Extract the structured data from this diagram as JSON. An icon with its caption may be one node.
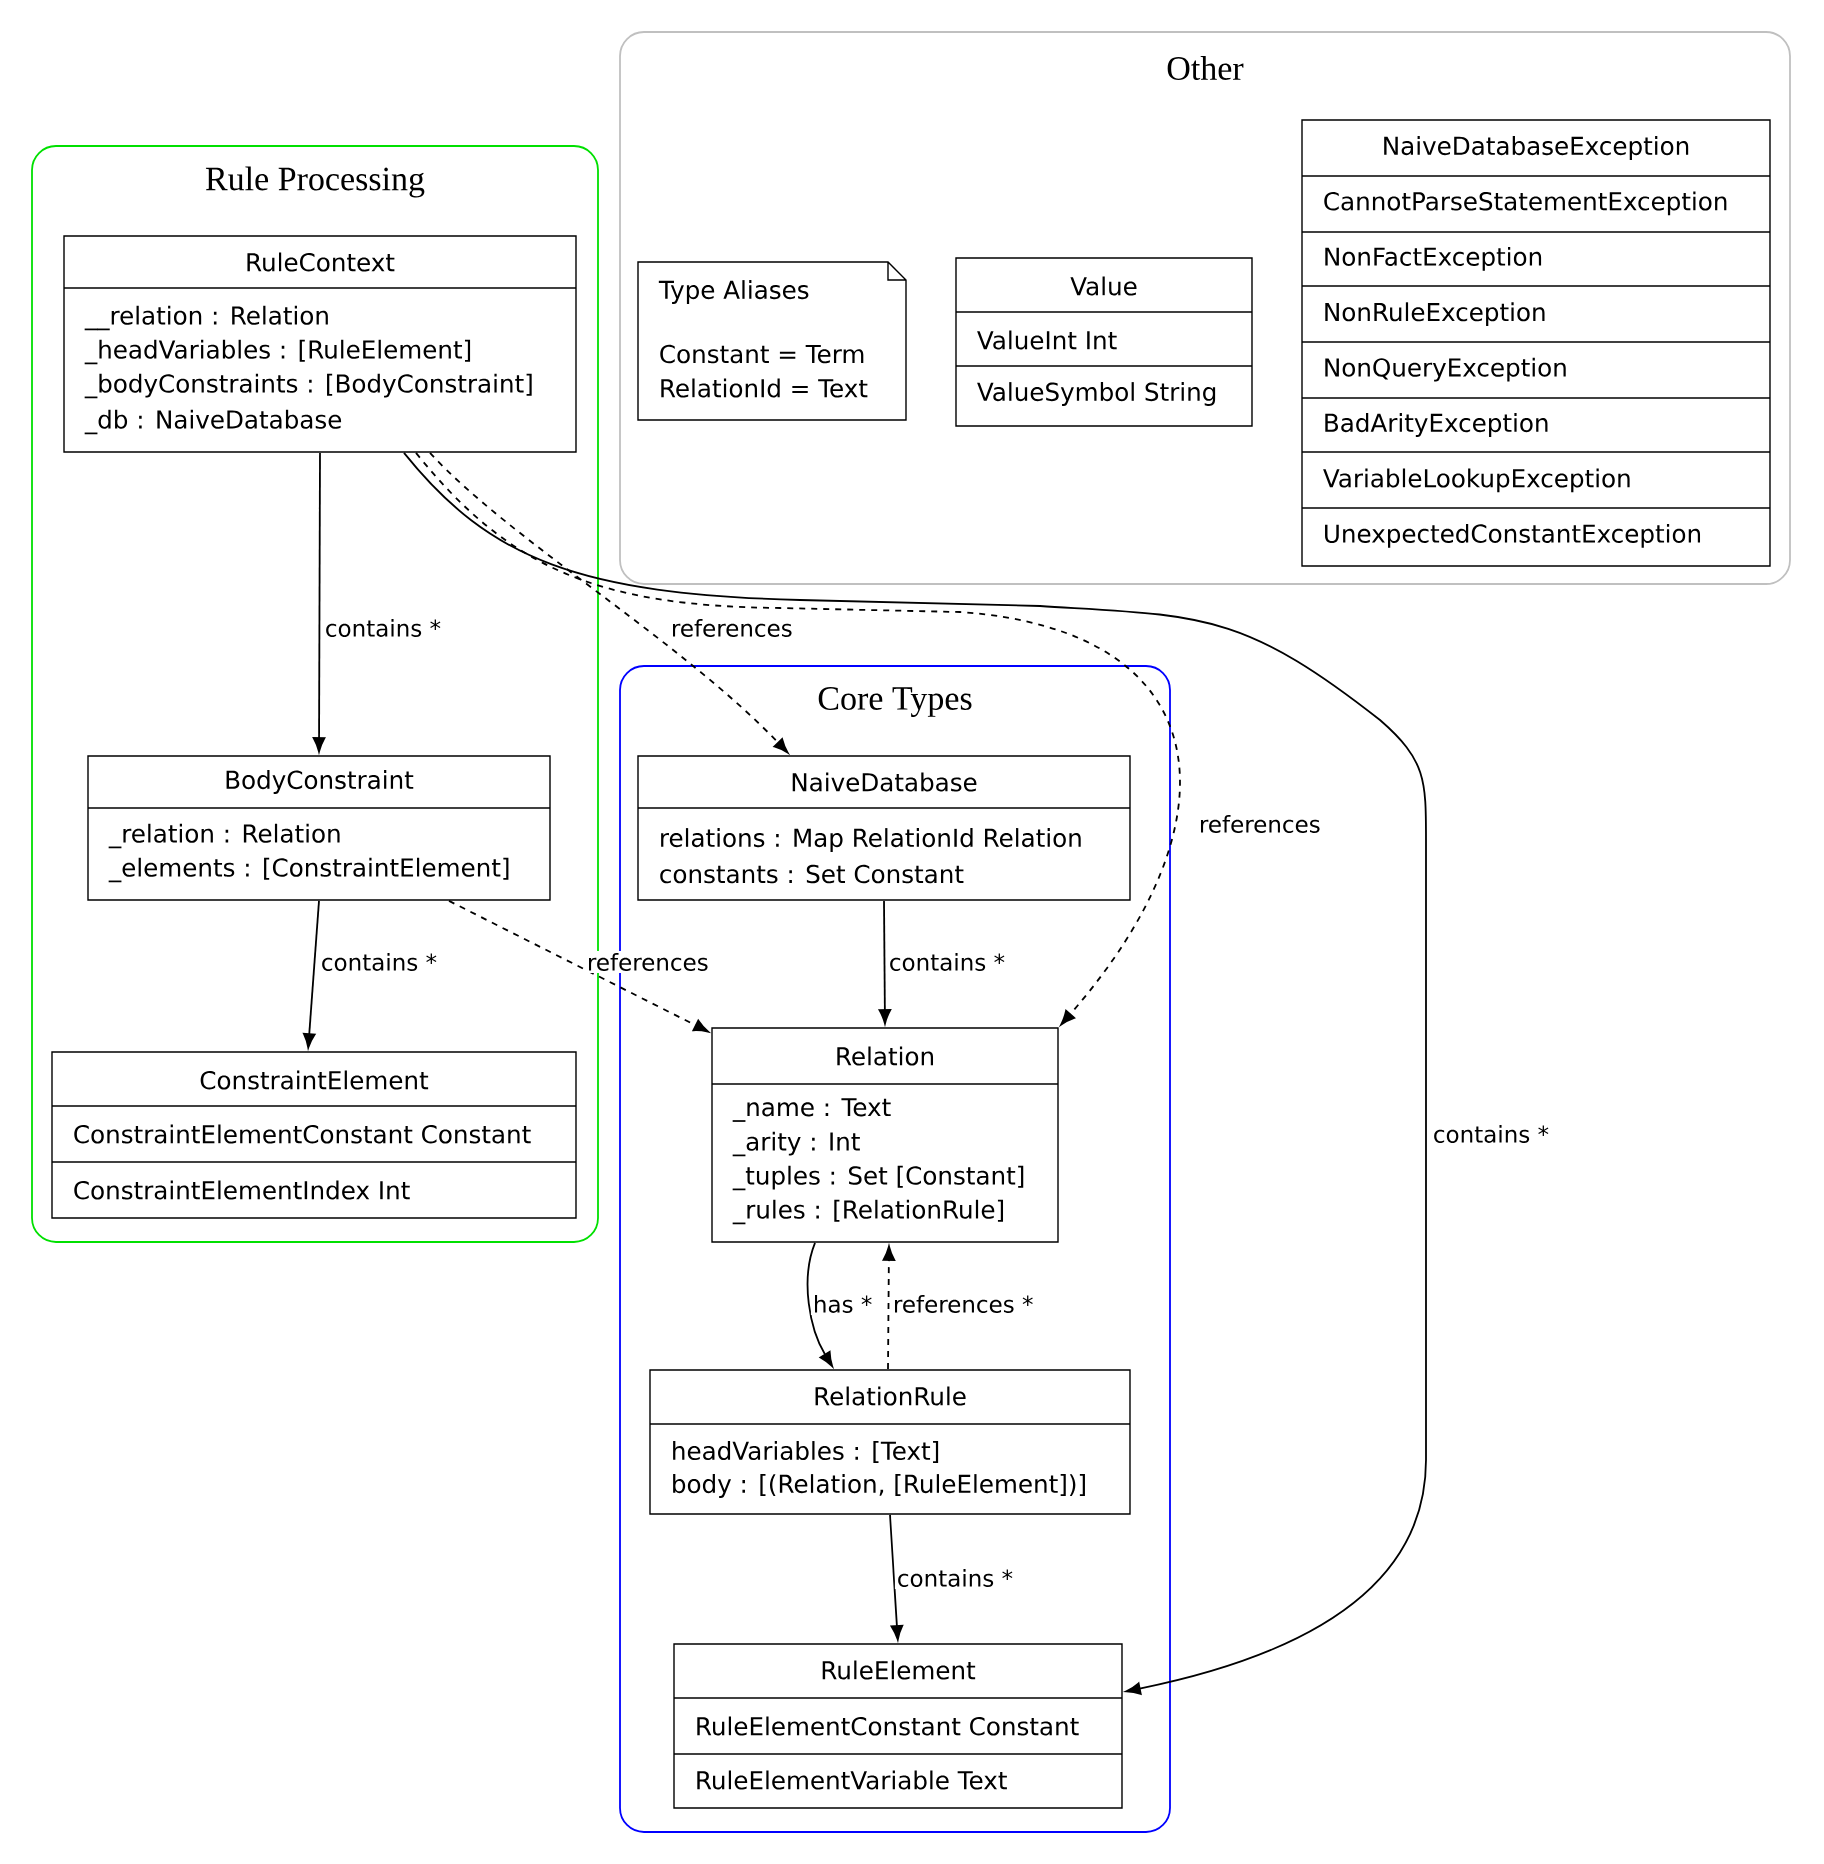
{
  "diagram": {
    "nodes": [
      {
        "text": [
          "Rule Processing"
        ]
      },
      {
        "text": [
          "RuleContext",
          "__relation : Relation",
          "_headVariables : [RuleElement]",
          "_bodyConstraints : [BodyConstraint]",
          "_db : NaiveDatabase"
        ],
        "in": 0
      },
      {
        "text": [
          "BodyConstraint",
          "_relation : Relation",
          "_elements : [ConstraintElement]"
        ],
        "in": 0
      },
      {
        "text": [
          "ConstraintElement",
          "ConstraintElementConstant Constant",
          "ConstraintElementIndex Int"
        ],
        "in": 0
      },
      {
        "text": [
          "Other"
        ]
      },
      {
        "text": [
          "Type Aliases",
          "Constant = Term",
          "RelationId = Text"
        ],
        "in": 4
      },
      {
        "text": [
          "Value",
          "ValueInt Int",
          "ValueSymbol String"
        ],
        "in": 4
      },
      {
        "text": [
          "NaiveDatabaseException",
          "CannotParseStatementException",
          "NonFactException",
          "NonRuleException",
          "NonQueryException",
          "BadArityException",
          "VariableLookupException",
          "UnexpectedConstantException"
        ],
        "in": 4
      },
      {
        "text": [
          "Core Types"
        ]
      },
      {
        "text": [
          "NaiveDatabase",
          "relations : Map RelationId Relation",
          "constants : Set Constant"
        ],
        "in": 8
      },
      {
        "text": [
          "Relation",
          "_name : Text",
          "_arity : Int",
          "_tuples : Set [Constant]",
          "_rules : [RelationRule]"
        ],
        "in": 8
      },
      {
        "text": [
          "RelationRule",
          "headVariables : [Text]",
          "body : [(Relation, [RuleElement])]"
        ],
        "in": 8
      },
      {
        "text": [
          "RuleElement",
          "RuleElementConstant Constant",
          "RuleElementVariable Text"
        ],
        "in": 8
      }
    ],
    "edges": [
      {
        "from": 1,
        "to": 2,
        "arrow": "to",
        "label": "contains *"
      },
      {
        "from": 2,
        "to": 3,
        "arrow": "to",
        "label": "contains *"
      },
      {
        "from": 1,
        "to": 9,
        "arrow": "to",
        "label": "references",
        "style": "dashed"
      },
      {
        "from": 1,
        "to": 10,
        "arrow": "to",
        "label": "references",
        "style": "dashed"
      },
      {
        "from": 1,
        "to": 12,
        "arrow": "to",
        "label": "contains *"
      },
      {
        "from": 2,
        "to": 10,
        "arrow": "to",
        "label": "references",
        "style": "dashed"
      },
      {
        "from": 9,
        "to": 10,
        "arrow": "to",
        "label": "contains *"
      },
      {
        "from": 10,
        "to": 11,
        "arrow": "to",
        "label": "has *"
      },
      {
        "from": 11,
        "to": 10,
        "arrow": "to",
        "label": "references *",
        "style": "dashed"
      },
      {
        "from": 11,
        "to": 12,
        "arrow": "to",
        "label": "contains *"
      }
    ]
  }
}
